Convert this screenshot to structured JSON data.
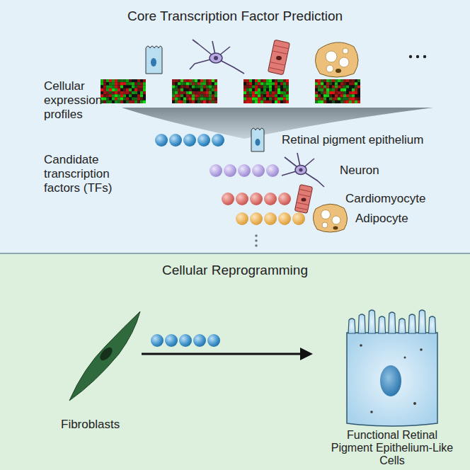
{
  "diagram": {
    "nodes": [
      {
        "text": [
          "Core Transcription Factor Prediction"
        ]
      },
      {
        "text": [
          "Cellular Reprogramming"
        ]
      }
    ],
    "labels": [
      "Cellular expression profiles",
      "Candidate transcription factors (TFs)",
      "Retinal pigment epithelium",
      "Neuron",
      "Cardiomyocyte",
      "Adipocyte",
      "Fibroblasts",
      "Functional Retinal Pigment Epithelium-Like Cells"
    ]
  }
}
